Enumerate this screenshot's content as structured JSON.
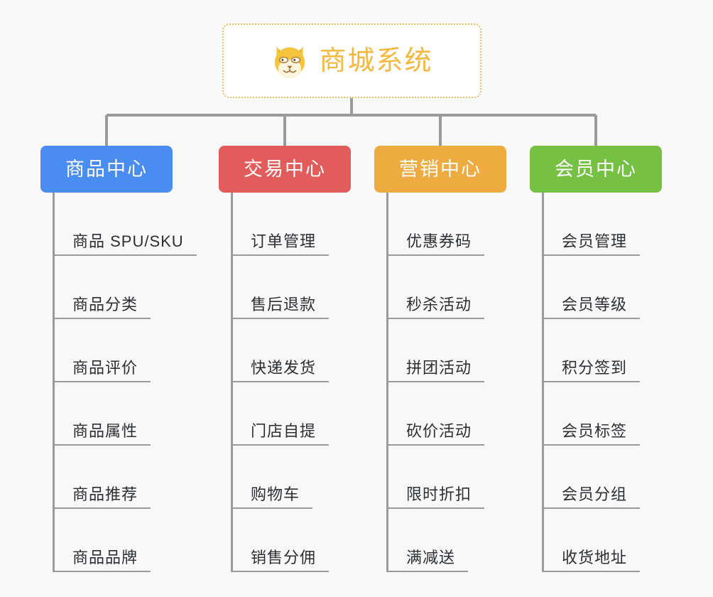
{
  "root": {
    "title": "商城系统",
    "logo_icon": "shiba-dog-icon",
    "border_color": "#f0b95c",
    "title_color": "#f5b73d",
    "background": "#ffffff"
  },
  "canvas": {
    "background": "#f8f8f8",
    "connector_color": "#9a9a9a"
  },
  "columns": [
    {
      "id": "product-center",
      "label": "商品中心",
      "color": "#4a8df0",
      "items": [
        {
          "label": "商品 SPU/SKU"
        },
        {
          "label": "商品分类"
        },
        {
          "label": "商品评价"
        },
        {
          "label": "商品属性"
        },
        {
          "label": "商品推荐"
        },
        {
          "label": "商品品牌"
        }
      ]
    },
    {
      "id": "trade-center",
      "label": "交易中心",
      "color": "#e25c5c",
      "items": [
        {
          "label": "订单管理"
        },
        {
          "label": "售后退款"
        },
        {
          "label": "快递发货"
        },
        {
          "label": "门店自提"
        },
        {
          "label": "购物车"
        },
        {
          "label": "销售分佣"
        }
      ]
    },
    {
      "id": "marketing-center",
      "label": "营销中心",
      "color": "#eeab40",
      "items": [
        {
          "label": "优惠券码"
        },
        {
          "label": "秒杀活动"
        },
        {
          "label": "拼团活动"
        },
        {
          "label": "砍价活动"
        },
        {
          "label": "限时折扣"
        },
        {
          "label": "满减送"
        }
      ]
    },
    {
      "id": "member-center",
      "label": "会员中心",
      "color": "#76c043",
      "items": [
        {
          "label": "会员管理"
        },
        {
          "label": "会员等级"
        },
        {
          "label": "积分签到"
        },
        {
          "label": "会员标签"
        },
        {
          "label": "会员分组"
        },
        {
          "label": "收货地址"
        }
      ]
    }
  ]
}
